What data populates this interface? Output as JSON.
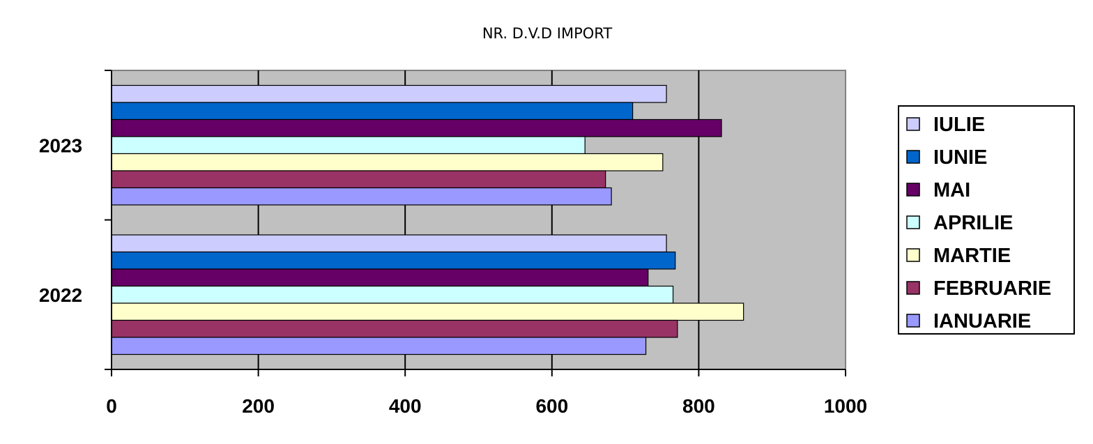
{
  "chart_data": {
    "type": "bar",
    "orientation": "horizontal",
    "title": "NR. D.V.D IMPORT",
    "categories": [
      "2023",
      "2022"
    ],
    "series": [
      {
        "name": "IULIE",
        "color": "#CCCCFF",
        "values": [
          756,
          756
        ]
      },
      {
        "name": "IUNIE",
        "color": "#0066CC",
        "values": [
          710,
          768
        ]
      },
      {
        "name": "MAI",
        "color": "#660066",
        "values": [
          831,
          731
        ]
      },
      {
        "name": "APRILIE",
        "color": "#CCFFFF",
        "values": [
          645,
          765
        ]
      },
      {
        "name": "MARTIE",
        "color": "#FFFFCC",
        "values": [
          751,
          861
        ]
      },
      {
        "name": "FEBRUARIE",
        "color": "#993366",
        "values": [
          673,
          771
        ]
      },
      {
        "name": "IANUARIE",
        "color": "#9999FF",
        "values": [
          681,
          728
        ]
      }
    ],
    "xlim": [
      0,
      1000
    ],
    "xticks": [
      0,
      200,
      400,
      600,
      800,
      1000
    ],
    "grid": true,
    "plot_background": "#C0C0C0",
    "legend_position": "right"
  }
}
